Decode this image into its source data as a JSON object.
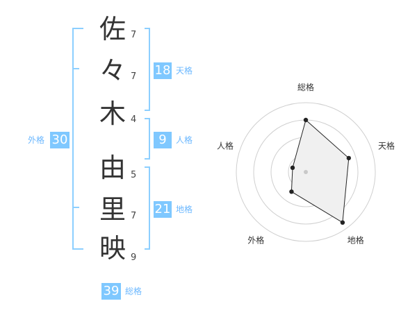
{
  "name_chars": [
    {
      "char": "佐",
      "strokes": "7"
    },
    {
      "char": "々",
      "strokes": "7"
    },
    {
      "char": "木",
      "strokes": "4"
    },
    {
      "char": "由",
      "strokes": "5"
    },
    {
      "char": "里",
      "strokes": "7"
    },
    {
      "char": "映",
      "strokes": "9"
    }
  ],
  "tenkaku": {
    "value": "18",
    "label": "天格"
  },
  "jinkaku": {
    "value": "9",
    "label": "人格"
  },
  "chikaku": {
    "value": "21",
    "label": "地格"
  },
  "gaikaku": {
    "value": "30",
    "label": "外格"
  },
  "soukaku": {
    "value": "39",
    "label": "総格"
  },
  "colors": {
    "accent": "#7fc8ff",
    "bracket": "#8ccfff",
    "label": "#6cb8ff",
    "fill": "#f0f0f0"
  },
  "chart_data": {
    "type": "radar",
    "axes": [
      "総格",
      "天格",
      "地格",
      "外格",
      "人格"
    ],
    "values": [
      0.75,
      0.65,
      0.9,
      0.35,
      0.2
    ],
    "max": 1,
    "rings": 4
  }
}
